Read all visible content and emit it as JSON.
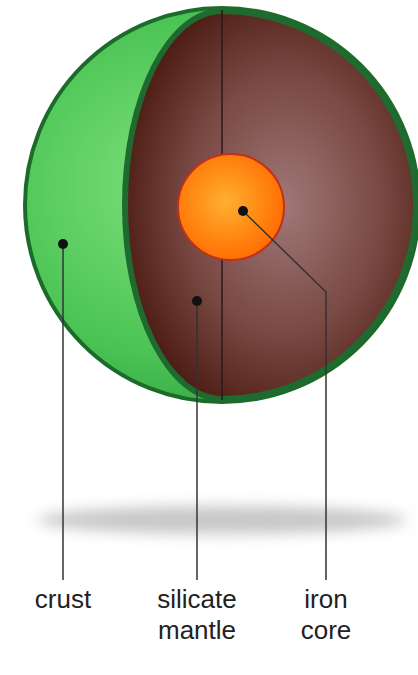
{
  "diagram": {
    "labels": [
      "crust",
      "silicate mantle",
      "iron core"
    ]
  }
}
